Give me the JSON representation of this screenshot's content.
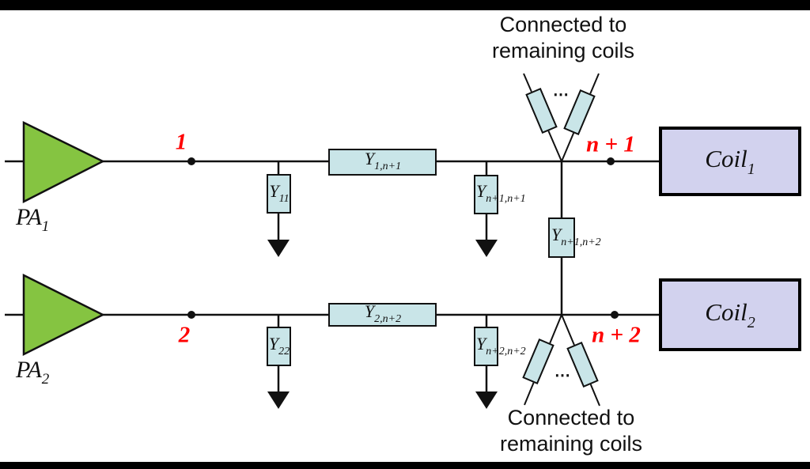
{
  "notes": {
    "top_line1": "Connected to",
    "top_line2": "remaining coils",
    "bottom_line1": "Connected to",
    "bottom_line2": "remaining coils"
  },
  "node_labels": {
    "port1": "1",
    "port2": "2",
    "port_n1": "n + 1",
    "port_n2": "n + 2"
  },
  "amplifiers": {
    "pa1": {
      "base": "PA",
      "sub": "1"
    },
    "pa2": {
      "base": "PA",
      "sub": "2"
    }
  },
  "coils": {
    "coil1": {
      "base": "Coil",
      "sub": "1"
    },
    "coil2": {
      "base": "Coil",
      "sub": "2"
    }
  },
  "admittances": {
    "y11": {
      "base": "Y",
      "sub": "11"
    },
    "y1n1": {
      "base": "Y",
      "sub": "1,n+1"
    },
    "yn1n1": {
      "base": "Y",
      "sub": "n+1,n+1"
    },
    "yn1n2": {
      "base": "Y",
      "sub": "n+1,n+2"
    },
    "y2n2": {
      "base": "Y",
      "sub": "2,n+2"
    },
    "y22": {
      "base": "Y",
      "sub": "22"
    },
    "yn2n2": {
      "base": "Y",
      "sub": "n+2,n+2"
    }
  },
  "ellipsis": "⋯",
  "colors": {
    "amplifier_green": "#85C441",
    "admittance_blue": "#C9E5E8",
    "coil_lavender": "#D2D2EE",
    "label_red": "#FF0000",
    "line_black": "#000000",
    "background": "#FFFFFF",
    "frame": "#000000"
  }
}
